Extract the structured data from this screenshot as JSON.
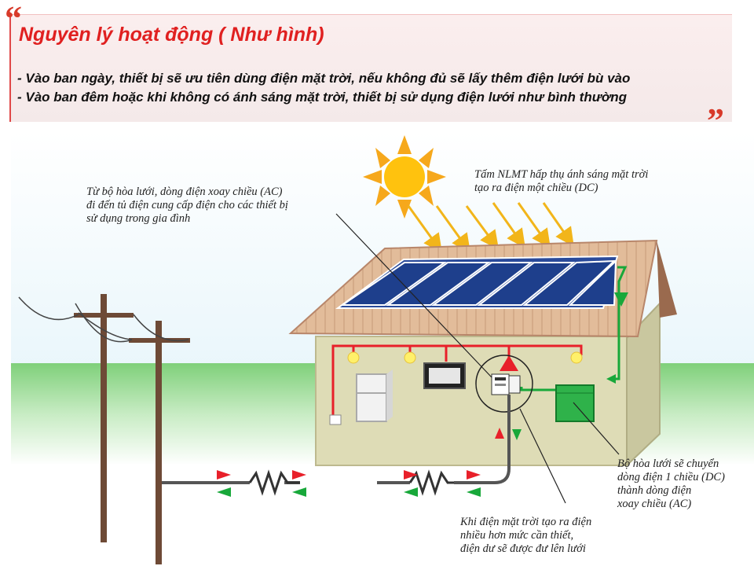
{
  "header": {
    "quote_open": "“",
    "quote_close": "”",
    "title": "Nguyên lý hoạt động ( Như hình)",
    "line1": "- Vào ban ngày, thiết bị sẽ ưu tiên dùng điện mặt trời, nếu không đủ sẽ lấy thêm điện lưới bù vào",
    "line2": "- Vào ban đêm hoặc khi không có ánh sáng mặt trời, thiết bị sử dụng điện lưới như bình thường"
  },
  "labels": {
    "ac_to_panel": "Từ bộ hòa lưới, dòng điện xoay chiều (AC)\nđi đến tủ điện cung cấp điện cho các thiết bị\nsử dụng trong gia đình",
    "solar_panel": "Tấm NLMT hấp thụ ánh sáng mặt trời\ntạo ra điện một chiều (DC)",
    "inverter": "Bộ hòa lưới sẽ chuyển\ndòng điện 1 chiều (DC)\nthành dòng điện\nxoay chiều (AC)",
    "surplus": "Khi điện mặt trời tạo ra điện\nnhiều  hơn mức cần thiết,\nđiện dư sẽ được đư lên lưới"
  },
  "colors": {
    "title_red": "#e02020",
    "power_red": "#e8202a",
    "dc_green": "#18a83a",
    "panel_blue": "#1e3f8c",
    "sun_yellow": "#ffc20e",
    "roof": "#e0b896",
    "wall": "#dedcb6"
  },
  "icons": [
    "sun-icon",
    "solar-panel-icon",
    "light-bulb-icon",
    "tv-icon",
    "fridge-icon",
    "meter-icon",
    "inverter-icon",
    "resistor-icon",
    "power-pole-icon"
  ]
}
